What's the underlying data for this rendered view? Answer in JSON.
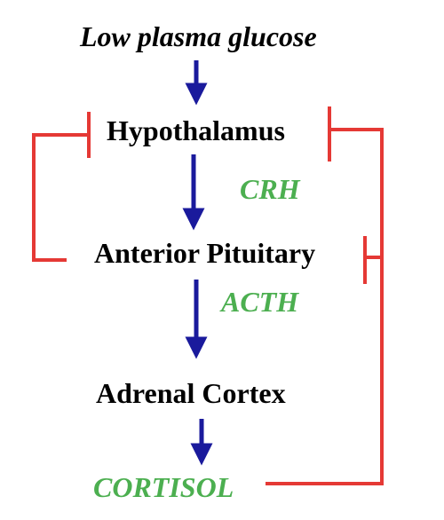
{
  "nodes": {
    "stimulus": "Low plasma glucose",
    "hypothalamus": "Hypothalamus",
    "anterior_pituitary": "Anterior Pituitary",
    "adrenal_cortex": "Adrenal Cortex",
    "cortisol": "CORTISOL"
  },
  "hormones": {
    "crh": "CRH",
    "acth": "ACTH"
  },
  "colors": {
    "text": "#000000",
    "hormone": "#4caf50",
    "stimulation_arrow": "#1a1a9c",
    "inhibition_line": "#e53935"
  }
}
